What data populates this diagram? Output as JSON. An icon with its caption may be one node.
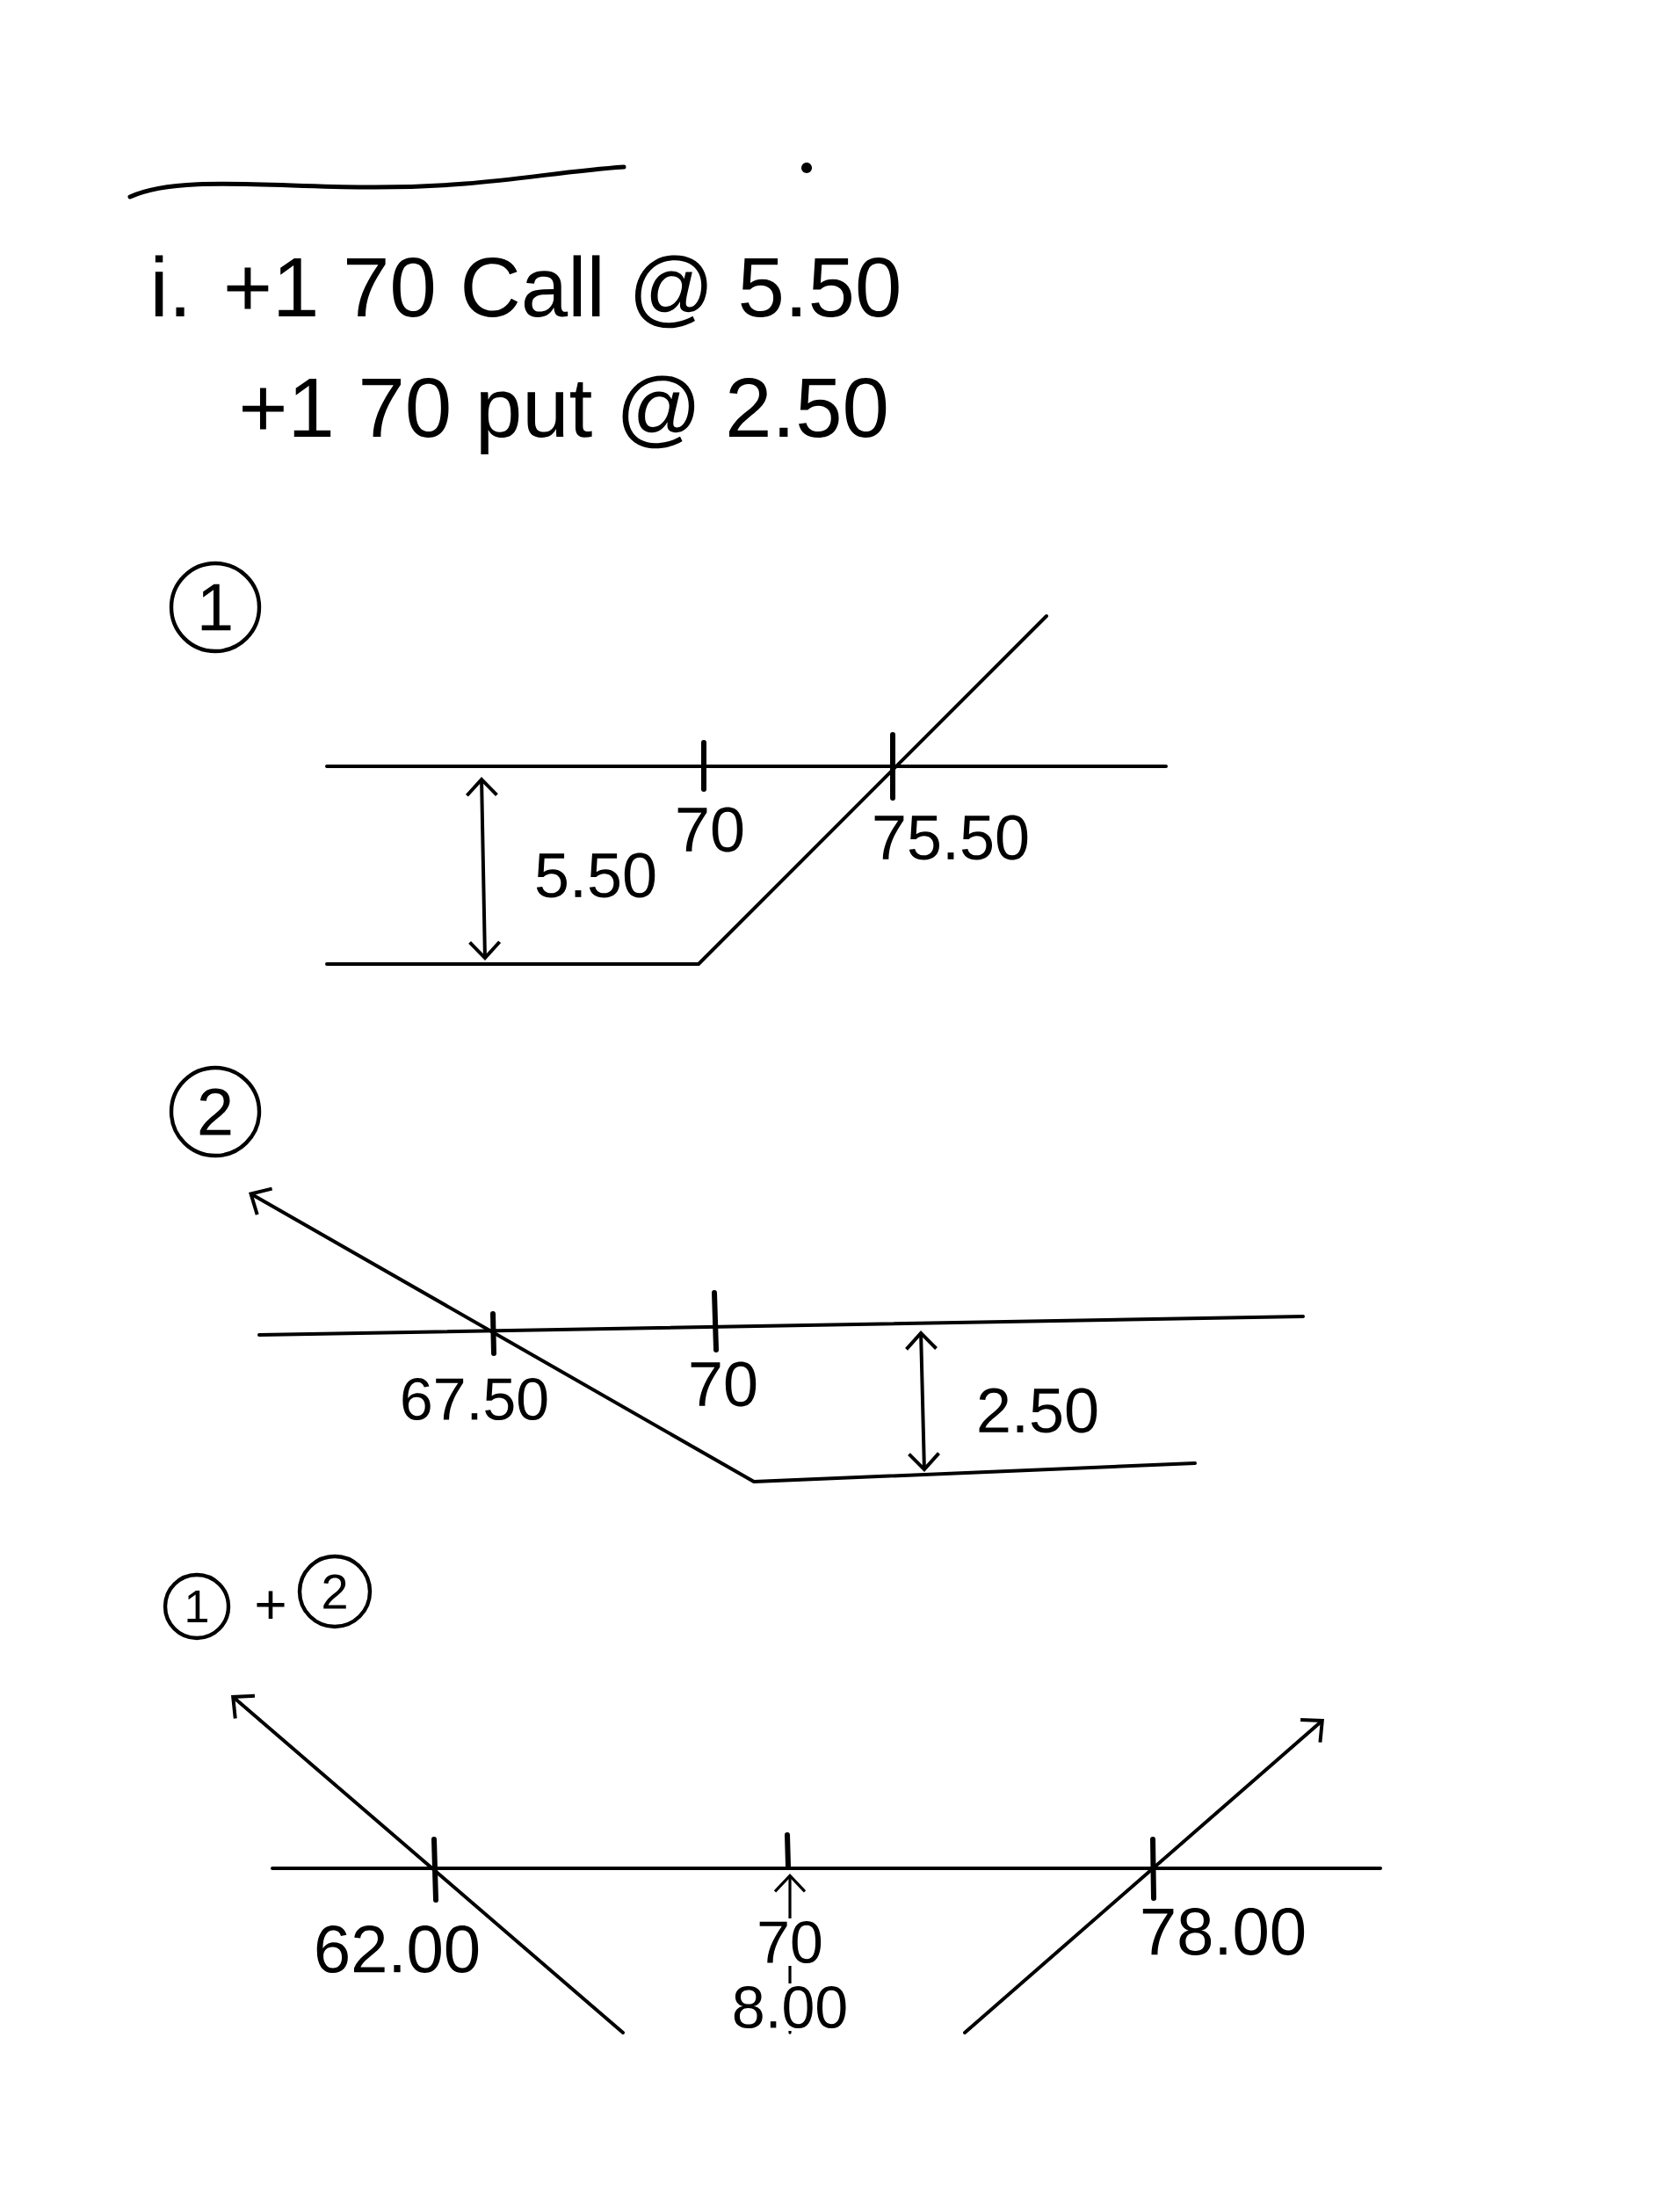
{
  "diagram": {
    "nodes": [
      {
        "text": [
          "1"
        ]
      },
      {
        "text": [
          "2"
        ]
      },
      {
        "text": [
          "1"
        ]
      },
      {
        "text": [
          "2"
        ]
      }
    ],
    "labels": [
      "i. +1 70 Call @ 5.50",
      "+1 70 put @ 2.50",
      "5.50",
      "70",
      "75.50",
      "67.50",
      "70",
      "2.50",
      "+",
      "62.00",
      "70",
      "78.00",
      "8.00"
    ]
  }
}
